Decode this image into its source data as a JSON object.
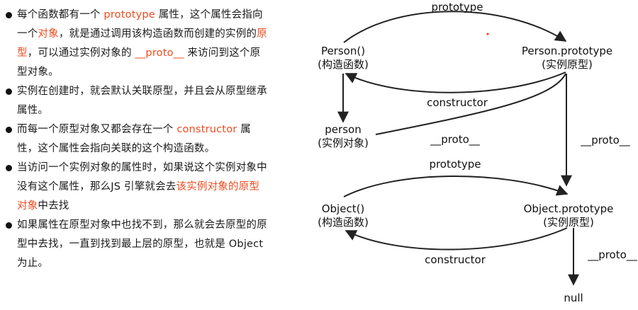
{
  "bullets": [
    {
      "segments": [
        {
          "text": "每个函数都有一个 ",
          "hl": false
        },
        {
          "text": "prototype",
          "hl": true
        },
        {
          "text": " 属性，这个属性会指向一个",
          "hl": false
        },
        {
          "text": "对象",
          "hl": true
        },
        {
          "text": "，就是通过调用该构造函数而创建的实例的",
          "hl": false
        },
        {
          "text": "原型",
          "hl": true
        },
        {
          "text": "，可以通过实例对象的 ",
          "hl": false
        },
        {
          "text": "__proto__",
          "hl": true
        },
        {
          "text": " 来访问到这个原型对象。",
          "hl": false
        }
      ]
    },
    {
      "segments": [
        {
          "text": "实例在创建时，就会默认关联原型，并且会从原型继承属性。",
          "hl": false
        }
      ]
    },
    {
      "segments": [
        {
          "text": "而每一个原型对象又都会存在一个 ",
          "hl": false
        },
        {
          "text": "constructor",
          "hl": true
        },
        {
          "text": " 属性，这个属性会指向关联的这个构造函数。",
          "hl": false
        }
      ]
    },
    {
      "segments": [
        {
          "text": "当访问一个实例对象的属性时，如果说这个实例对象中没有这个属性，那么JS 引擎就会去",
          "hl": false
        },
        {
          "text": "该实例对象的原型对象",
          "hl": true
        },
        {
          "text": "中去找",
          "hl": false
        }
      ]
    },
    {
      "segments": [
        {
          "text": "如果属性在原型对象中也找不到，那么就会去原型的原型中去找，一直到找到最上层的原型，也就是 Object 为止。",
          "hl": false
        }
      ]
    }
  ],
  "diagram": {
    "person_ctor": {
      "name": "Person()",
      "sub": "(构造函数)"
    },
    "person_proto": {
      "name": "Person.prototype",
      "sub": "(实例原型)"
    },
    "person_inst": {
      "name": "person",
      "sub": "(实例对象)"
    },
    "object_ctor": {
      "name": "Object()",
      "sub": "(构造函数)"
    },
    "object_proto": {
      "name": "Object.prototype",
      "sub": "(实例原型)"
    },
    "null_label": "null",
    "prototype_top": "prototype",
    "constructor_top": "constructor",
    "proto_inst": "__proto__",
    "proto_chain": "__proto__",
    "prototype_bottom": "prototype",
    "constructor_bottom": "constructor",
    "proto_null": "__proto__"
  },
  "colors": {
    "highlight": "#ee4b1f",
    "text": "#1a1a1a",
    "arrow": "#222222"
  }
}
